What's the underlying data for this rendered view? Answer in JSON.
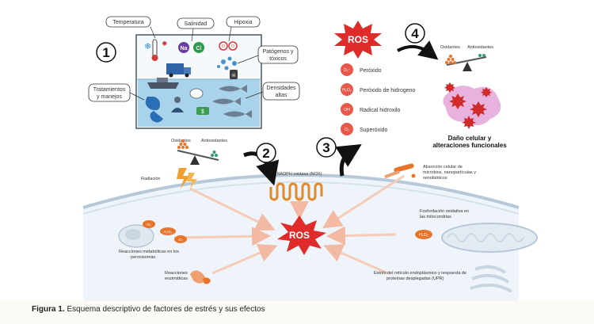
{
  "panel1": {
    "number": "1",
    "labels": {
      "temperature": "Temperatura",
      "salinity": "Salinidad",
      "hypoxia": "Hipoxia",
      "pathogens_line1": "Patógenos y",
      "pathogens_line2": "tóxicos",
      "treatments_line1": "Tratamientos",
      "treatments_line2": "y manejos",
      "density_line1": "Densidades",
      "density_line2": "altas"
    },
    "ion_na": "Na",
    "ion_cl": "Cl",
    "hypoxia_o": "O",
    "pill": "$"
  },
  "panel2": {
    "number": "2",
    "oxidants": "Oxidantes",
    "antioxidants": "Antioxidantes"
  },
  "panel3": {
    "number": "3",
    "ros": "ROS",
    "species": [
      {
        "symbol": "O₂⁻",
        "label": "Peróxido"
      },
      {
        "symbol": "H₂O₂",
        "label": "Peróxido de hidrogeno"
      },
      {
        "symbol": "OH",
        "label": "Radical hidroxilo"
      },
      {
        "symbol": "O₂",
        "label": "Superóxido"
      }
    ]
  },
  "panel4": {
    "number": "4",
    "oxidants": "Oxidantes",
    "antioxidants": "Antioxidantes",
    "damage_line1": "Daño celular y",
    "damage_line2": "alteraciones funcionales"
  },
  "cell": {
    "ros": "ROS",
    "radiation": "Radiación",
    "nox": "NADPH oxidasa (NOX)",
    "absorption_line1": "Absorción celular de",
    "absorption_line2": "microbios, nanopartículas y",
    "absorption_line3": "xenobióticos",
    "phosphorylation_line1": "Fosforilación oxidativa en",
    "phosphorylation_line2": "las mitocondrias",
    "metabolic_line1": "Reacciones metabólicas en los",
    "metabolic_line2": "peroxisomas",
    "enzymatic_line1": "Reacciones",
    "enzymatic_line2": "enzimáticas",
    "er_line1": "Estrés del retículo endoplásmico y respuesta de",
    "er_line2": "proteínas desplegadas (UPR)",
    "mol_o2": "O₂",
    "mol_h2o2": "H₂O₂",
    "mol_o2b": "O₂",
    "mito_h2o2": "H₂O₂"
  },
  "caption": {
    "bold": "Figura 1.",
    "text": " Esquema descriptivo de factores de estrés y sus efectos"
  },
  "colors": {
    "ros_red": "#e02b2b",
    "water": "#a9d3ea",
    "cell_fill": "#eef5fa",
    "membrane": "#b7c9d8",
    "arrow_peach": "#f6cbb8",
    "orange": "#e8742a"
  }
}
